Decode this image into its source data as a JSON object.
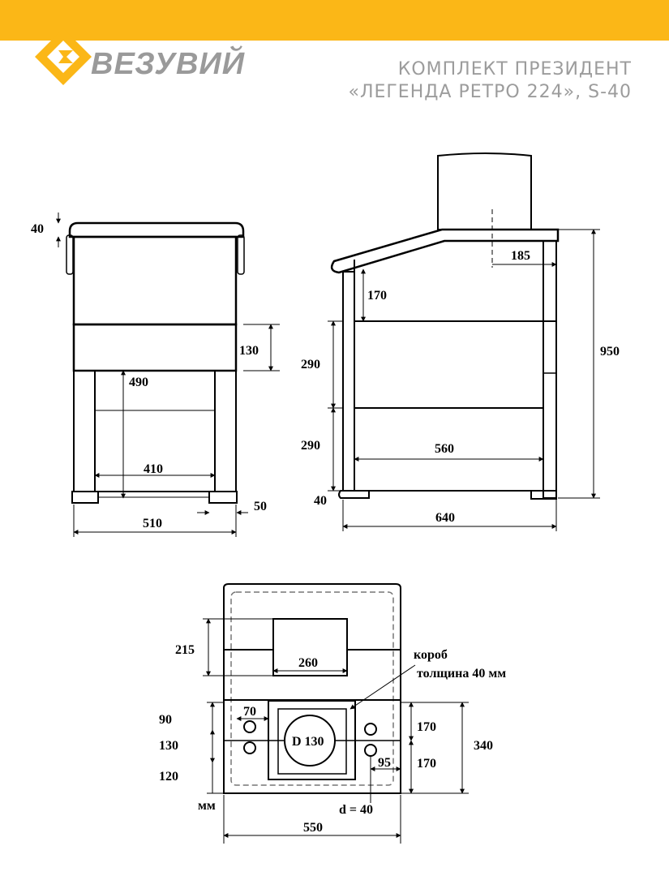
{
  "header": {
    "brand": "ВЕЗУВИЙ",
    "title_line1": "КОМПЛЕКТ ПРЕЗИДЕНТ",
    "title_line2": "«ЛЕГЕНДА РЕТРО 224», S-40",
    "accent_color": "#fbb717",
    "logo_icon": "vesuvius-logo-icon"
  },
  "front_view": {
    "dim_top": "40",
    "dim_band": "130",
    "dim_height_opening": "490",
    "dim_opening_width": "410",
    "dim_leg": "50",
    "dim_total_width": "510"
  },
  "side_view": {
    "dim_pipe_offset": "185",
    "dim_slope": "170",
    "dim_total_height": "950",
    "dim_section_upper": "290",
    "dim_section_lower": "290",
    "dim_inner_width": "560",
    "dim_base": "40",
    "dim_total_depth": "640"
  },
  "plan_view": {
    "dim_top_offset": "215",
    "dim_opening_width": "260",
    "label_box": "короб",
    "label_thickness": "толщина 40 мм",
    "dim_a": "90",
    "dim_b": "130",
    "dim_c": "120",
    "dim_hole_offset": "70",
    "label_pipe": "D 130",
    "dim_right_upper": "170",
    "dim_right_lower": "170",
    "dim_right_total": "340",
    "dim_hole_spacing": "95",
    "label_hole_diameter": "d = 40",
    "unit": "мм",
    "dim_total_width": "550"
  }
}
